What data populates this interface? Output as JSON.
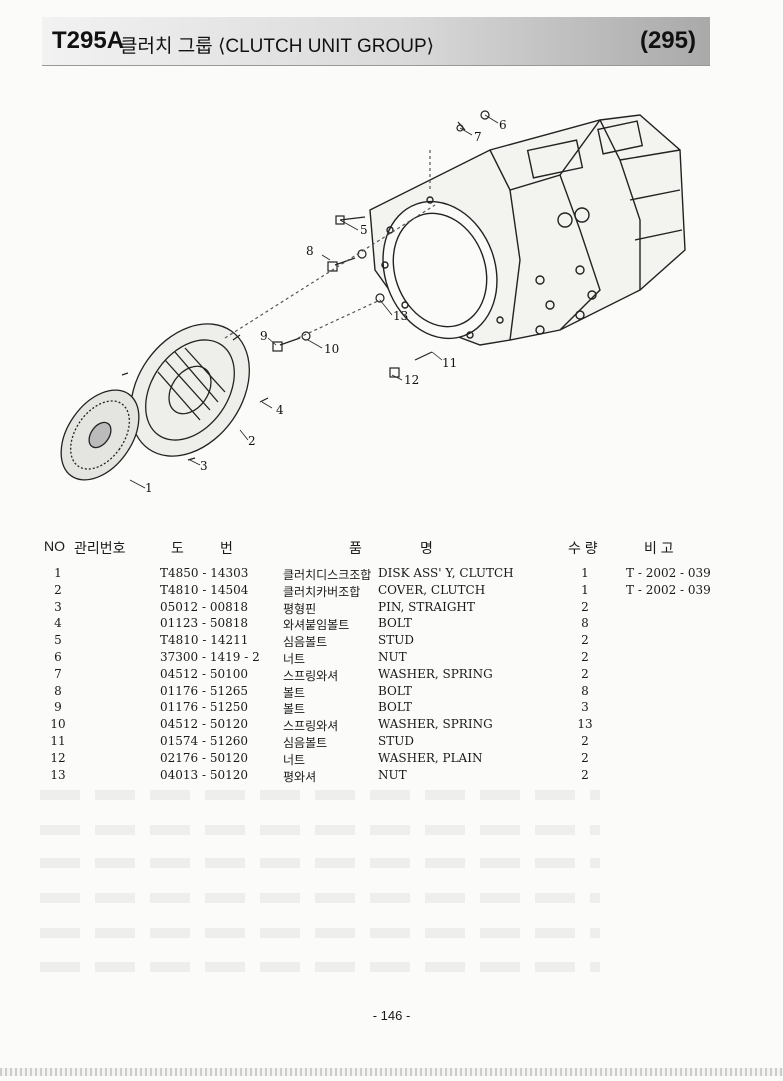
{
  "header": {
    "code": "T295A",
    "title": "클러치 그룹 ⟨CLUTCH UNIT GROUP⟩",
    "page_code": "(295)"
  },
  "diagram": {
    "callouts": [
      "1",
      "2",
      "3",
      "4",
      "5",
      "6",
      "7",
      "8",
      "9",
      "10",
      "11",
      "12",
      "13"
    ]
  },
  "table": {
    "headers": {
      "no": "NO",
      "mgmt": "관리번호",
      "part_a": "도",
      "part_b": "번",
      "name_a": "품",
      "name_b": "명",
      "qty": "수 량",
      "remark": "비 고"
    },
    "rows": [
      {
        "no": "1",
        "part": "T4850 - 14303",
        "ko": "클러치디스크조합",
        "en": "DISK ASS' Y, CLUTCH",
        "qty": "1",
        "remark": "T - 2002 - 039"
      },
      {
        "no": "2",
        "part": "T4810 - 14504",
        "ko": "클러치카버조합",
        "en": "COVER, CLUTCH",
        "qty": "1",
        "remark": "T - 2002 - 039"
      },
      {
        "no": "3",
        "part": "05012 - 00818",
        "ko": "평형핀",
        "en": "PIN, STRAIGHT",
        "qty": "2",
        "remark": ""
      },
      {
        "no": "4",
        "part": "01123 - 50818",
        "ko": "와셔붙임볼트",
        "en": "BOLT",
        "qty": "8",
        "remark": ""
      },
      {
        "no": "5",
        "part": "T4810 - 14211",
        "ko": "심음볼트",
        "en": "STUD",
        "qty": "2",
        "remark": ""
      },
      {
        "no": "6",
        "part": "37300 - 1419 - 2",
        "ko": "너트",
        "en": "NUT",
        "qty": "2",
        "remark": ""
      },
      {
        "no": "7",
        "part": "04512 - 50100",
        "ko": "스프링와셔",
        "en": "WASHER, SPRING",
        "qty": "2",
        "remark": ""
      },
      {
        "no": "8",
        "part": "01176 - 51265",
        "ko": "볼트",
        "en": "BOLT",
        "qty": "8",
        "remark": ""
      },
      {
        "no": "9",
        "part": "01176 - 51250",
        "ko": "볼트",
        "en": "BOLT",
        "qty": "3",
        "remark": ""
      },
      {
        "no": "10",
        "part": "04512 - 50120",
        "ko": "스프링와셔",
        "en": "WASHER, SPRING",
        "qty": "13",
        "remark": ""
      },
      {
        "no": "11",
        "part": "01574 - 51260",
        "ko": "심음볼트",
        "en": "STUD",
        "qty": "2",
        "remark": ""
      },
      {
        "no": "12",
        "part": "02176 - 50120",
        "ko": "너트",
        "en": "WASHER, PLAIN",
        "qty": "2",
        "remark": ""
      },
      {
        "no": "13",
        "part": "04013 - 50120",
        "ko": "평와셔",
        "en": "NUT",
        "qty": "2",
        "remark": ""
      }
    ]
  },
  "footer": {
    "page_number": "- 146 -"
  }
}
